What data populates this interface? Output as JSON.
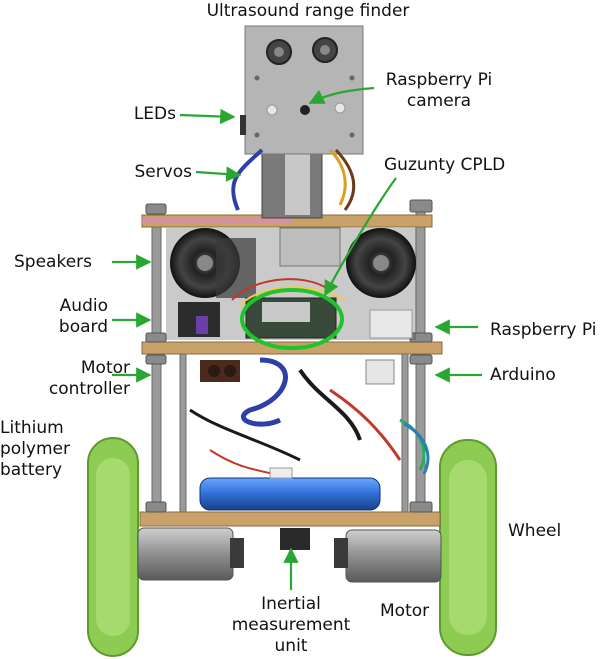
{
  "labels": {
    "ultrasound": "Ultrasound range finder",
    "camera_line1": "Raspberry Pi",
    "camera_line2": "camera",
    "leds": "LEDs",
    "servos": "Servos",
    "cpld": "Guzunty CPLD",
    "speakers": "Speakers",
    "audio_line1": "Audio",
    "audio_line2": "board",
    "raspberry_pi": "Raspberry Pi",
    "motor_ctrl_line1": "Motor",
    "motor_ctrl_line2": "controller",
    "arduino": "Arduino",
    "battery_line1": "Lithium",
    "battery_line2": "polymer",
    "battery_line3": "battery",
    "wheel": "Wheel",
    "imu_line1": "Inertial",
    "imu_line2": "measurement",
    "imu_line3": "unit",
    "motor": "Motor"
  },
  "colors": {
    "arrow": "#2aa632",
    "highlight_ellipse": "#1fc42a",
    "wheel": "#8ecb52",
    "wood": "#c9a26b",
    "metal": "#a9a9a9",
    "battery": "#2f6fd6",
    "text": "#111111"
  }
}
